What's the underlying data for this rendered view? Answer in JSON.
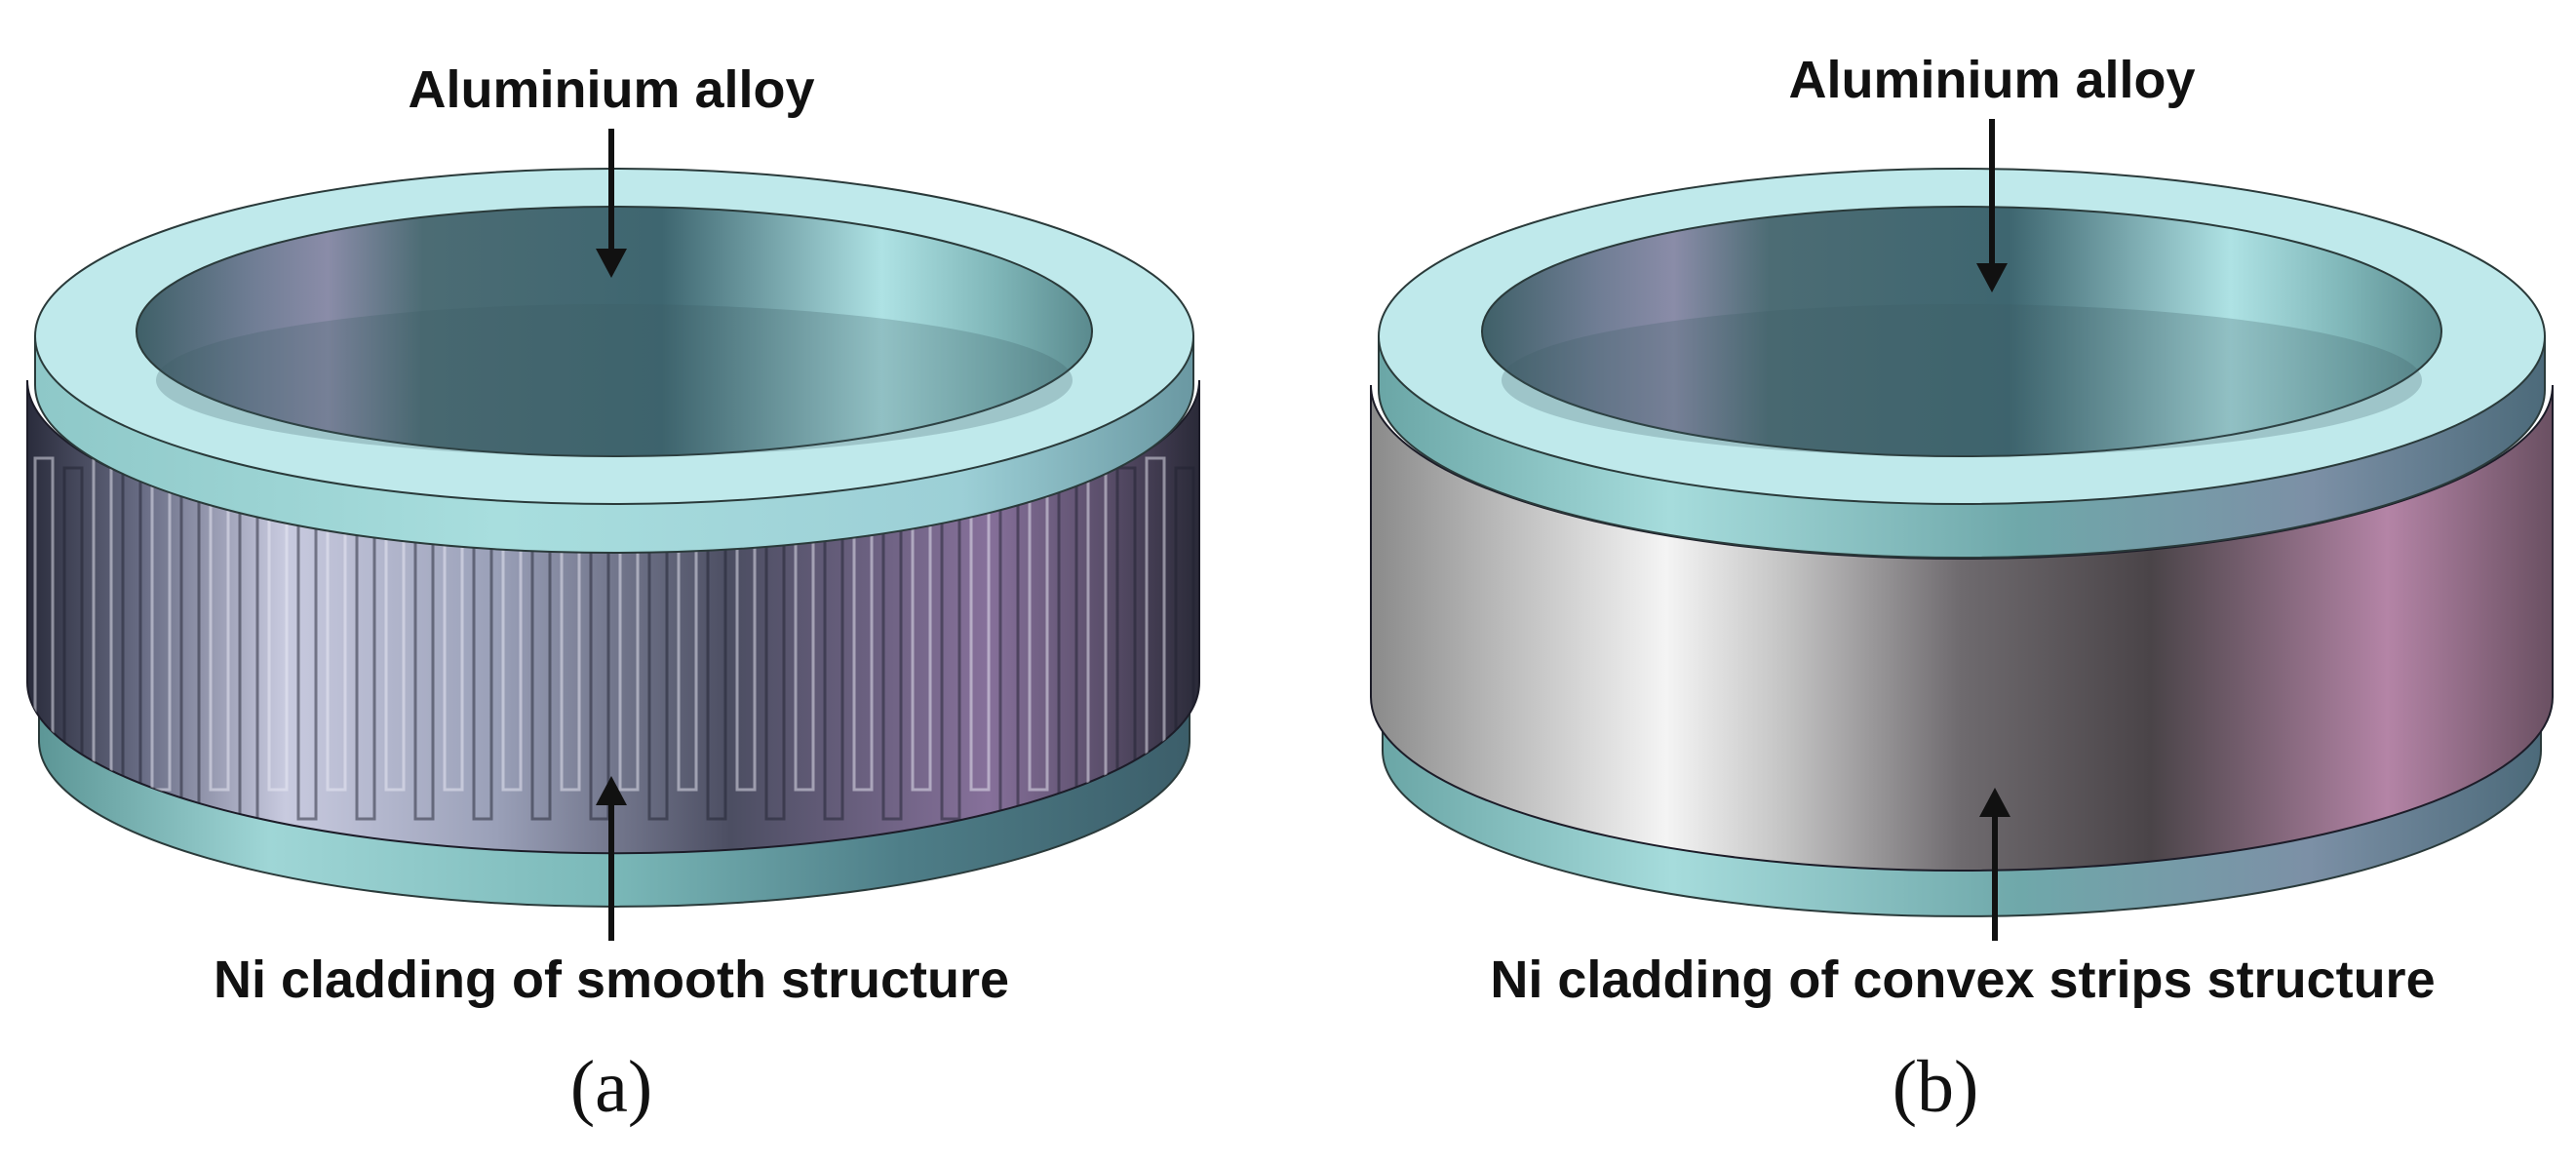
{
  "panels": [
    {
      "id": "a",
      "top_label": "Aluminium alloy",
      "bottom_label": "Ni cladding of smooth structure",
      "caption": "(a)",
      "band_style": "meander"
    },
    {
      "id": "b",
      "top_label": "Aluminium alloy",
      "bottom_label": "Ni cladding of convex strips structure",
      "caption": "(b)",
      "band_style": "solid"
    }
  ],
  "colors": {
    "aluminium_top": "#b8e8ea",
    "aluminium_side": "#88c8c8",
    "inner_wall_dark": "#4a6a72",
    "inner_wall_light": "#aee0e2",
    "band_meander_dark": "#4a4e62",
    "band_meander_light": "#c9cbe0",
    "band_solid_light": "#f2f2f2",
    "band_solid_dark": "#4a464c",
    "band_solid_pink": "#b080a0",
    "arrow": "#111111"
  }
}
